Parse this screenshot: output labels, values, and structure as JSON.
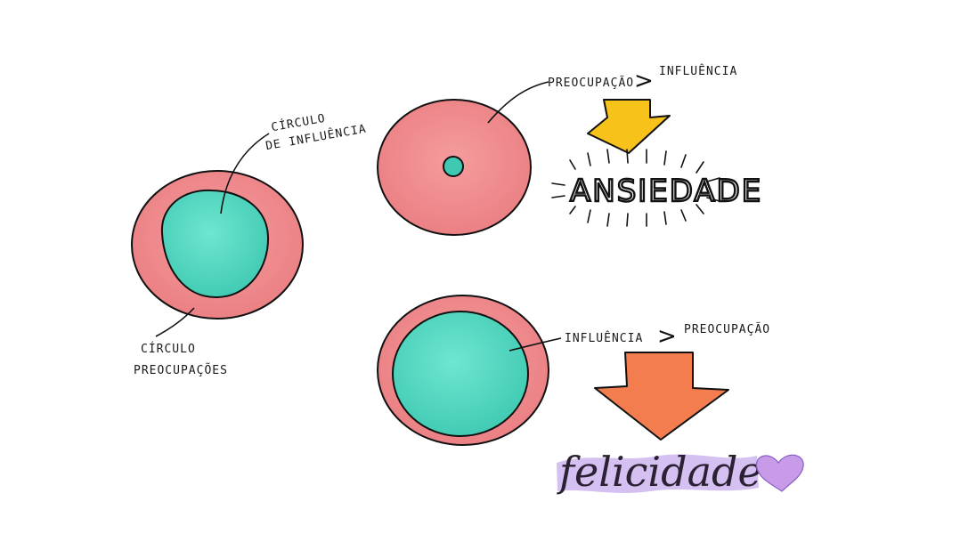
{
  "labels": {
    "influence_circle": [
      "CÍRCULO",
      "DE INFLUÊNCIA"
    ],
    "worries_circle": [
      "CÍRCULO",
      "PREOCUPAÇÕES"
    ],
    "top_left_term": "PREOCUPAÇÃO",
    "top_right_term": "INFLUÊNCIA",
    "bottom_left_term": "INFLUÊNCIA",
    "bottom_right_term": "PREOCUPAÇÃO",
    "greater_than": ">",
    "anxiety": "ANSIEDADE",
    "happiness": "felicidade"
  },
  "colors": {
    "pink": "#ef8a8c",
    "pink_light": "#f4a3a4",
    "teal": "#52dcc4",
    "teal_dark": "#3fc9b2",
    "yellow": "#f7c21a",
    "orange": "#f47d4f",
    "violet": "#b89ae6",
    "heart": "#c79be8",
    "ink": "#111111"
  },
  "icons": [
    "heart-icon",
    "down-arrow-icon"
  ]
}
